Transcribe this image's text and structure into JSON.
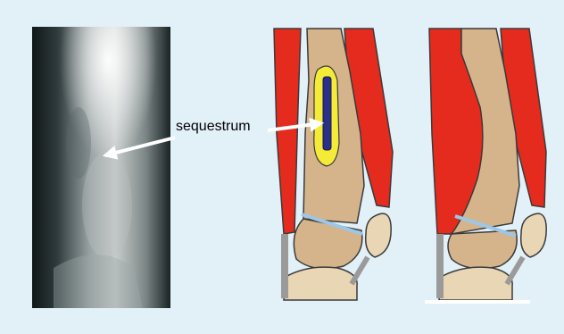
{
  "annotation": {
    "label": "sequestrum"
  },
  "colors": {
    "background": "#e2f0f8",
    "muscle": "#e42b1e",
    "bone": "#d5b48b",
    "epiphysis": "#e8d6b4",
    "growth_plate": "#9cc7e6",
    "sequestrum_outer": "#f4ea38",
    "sequestrum_inner": "#2a2f8a",
    "tendon": "#9a9a9a",
    "outline": "#3a3a3a",
    "arrow": "#ffffff"
  },
  "panels": [
    {
      "name": "radiograph"
    },
    {
      "name": "schematic-with-sequestrum"
    },
    {
      "name": "schematic-healed"
    }
  ]
}
